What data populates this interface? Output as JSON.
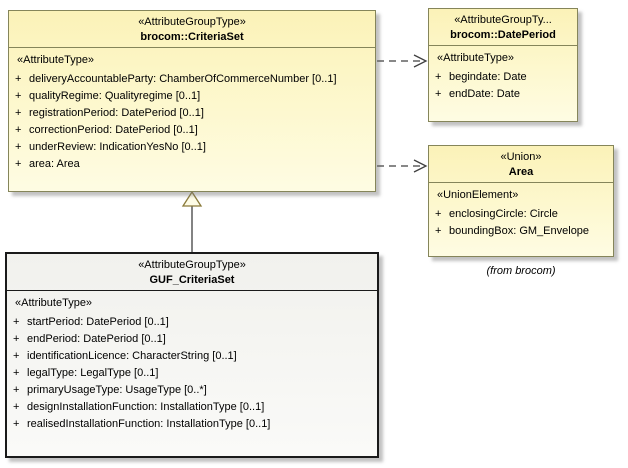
{
  "ui": {
    "plus": "+"
  },
  "diagram": {
    "criteria_set": {
      "stereotype": "«AttributeGroupType»",
      "name": "brocom::CriteriaSet",
      "section_label": "«AttributeType»",
      "attributes": [
        "deliveryAccountableParty: ChamberOfCommerceNumber [0..1]",
        "qualityRegime: Qualityregime [0..1]",
        "registrationPeriod: DatePeriod [0..1]",
        "correctionPeriod: DatePeriod [0..1]",
        "underReview: IndicationYesNo [0..1]",
        "area: Area"
      ]
    },
    "date_period": {
      "stereotype": "«AttributeGroupTy...",
      "name": "brocom::DatePeriod",
      "section_label": "«AttributeType»",
      "attributes": [
        "begindate: Date",
        "endDate: Date"
      ]
    },
    "area": {
      "stereotype": "«Union»",
      "name": "Area",
      "section_label": "«UnionElement»",
      "attributes": [
        "enclosingCircle: Circle",
        "boundingBox: GM_Envelope"
      ],
      "note": "(from brocom)"
    },
    "guf_criteria_set": {
      "stereotype": "«AttributeGroupType»",
      "name": "GUF_CriteriaSet",
      "section_label": "«AttributeType»",
      "attributes": [
        "startPeriod: DatePeriod [0..1]",
        "endPeriod: DatePeriod [0..1]",
        "identificationLicence: CharacterString [0..1]",
        "legalType: LegalType [0..1]",
        "primaryUsageType: UsageType [0..*]",
        "designInstallationFunction: InstallationType [0..1]",
        "realisedInstallationFunction: InstallationType [0..1]"
      ]
    },
    "colors": {
      "class_fill": "#FDF6C9",
      "class_border": "#85855A",
      "highlight_fill": "#F6F6F3",
      "highlight_border": "#1A1A1A",
      "connector": "#404040"
    }
  }
}
